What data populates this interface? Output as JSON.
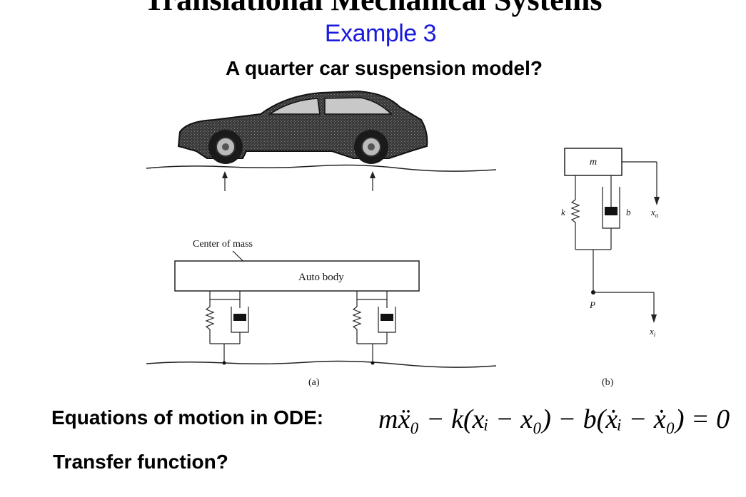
{
  "slide": {
    "title": "Translational Mechanical Systems",
    "subtitle": "Example 3",
    "question": "A quarter car suspension model?"
  },
  "figure_a": {
    "center_of_mass_label": "Center of mass",
    "body_label": "Auto body",
    "caption": "(a)"
  },
  "figure_b": {
    "mass_label": "m",
    "spring_label": "k",
    "damper_label": "b",
    "output_label": "x",
    "output_subscript": "o",
    "point_label": "P",
    "input_label": "x",
    "input_subscript": "i",
    "caption": "(b)"
  },
  "equations": {
    "ode_label": "Equations of motion in ODE:",
    "ode_equation": "mẍ₀ − k(xᵢ − x₀) − b(ẋᵢ − ẋ₀) = 0",
    "transfer_function_label": "Transfer function?"
  }
}
